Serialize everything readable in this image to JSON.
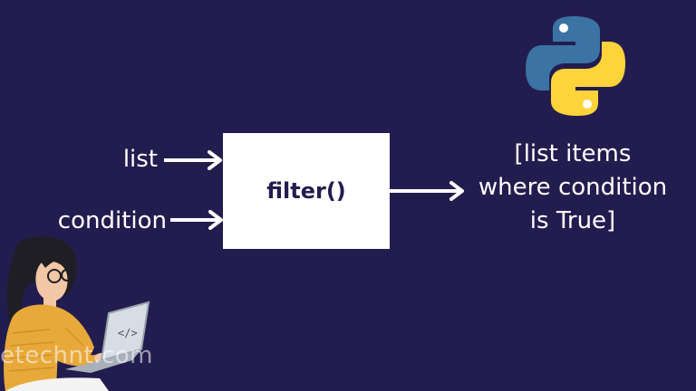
{
  "inputs": {
    "list_label": "list",
    "condition_label": "condition"
  },
  "function_box": {
    "label": "filter()"
  },
  "output": {
    "line1": "[list items",
    "line2": "where condition",
    "line3": "is True]"
  },
  "watermark": "etechnt.com",
  "colors": {
    "background": "#231d4f",
    "box": "#ffffff",
    "python_blue": "#3b73a5",
    "python_yellow": "#fed43a"
  },
  "icons": {
    "logo": "python-logo-icon",
    "illustration": "person-with-laptop-illustration"
  }
}
